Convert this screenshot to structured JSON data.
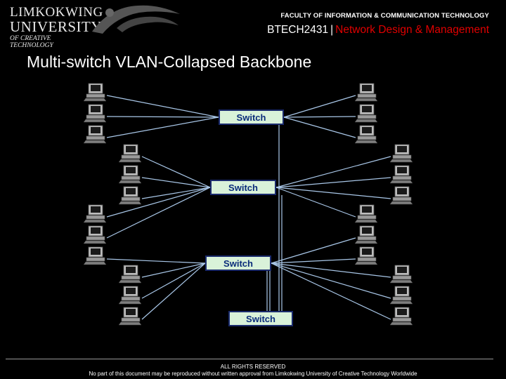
{
  "header": {
    "logo_line1": "LIMKOKWING",
    "logo_line2": "UNIVERSITY",
    "logo_line3": "OF CREATIVE TECHNOLOGY",
    "faculty": "FACULTY OF INFORMATION & COMMUNICATION TECHNOLOGY",
    "course_code": "BTECH2431",
    "course_separator": "|",
    "course_name": "Network Design & Management"
  },
  "slide": {
    "title": "Multi-switch VLAN-Collapsed Backbone"
  },
  "switches": [
    {
      "id": "switch-1",
      "label": "Switch"
    },
    {
      "id": "switch-2",
      "label": "Switch"
    },
    {
      "id": "switch-3",
      "label": "Switch"
    },
    {
      "id": "switch-4",
      "label": "Switch"
    }
  ],
  "footer": {
    "rights": "ALL RIGHTS RESERVED",
    "notice": "No part of this document may be reproduced without written approval from Limkokwing University of Creative Technology Worldwide"
  },
  "colors": {
    "background": "#000000",
    "accent": "#e00000",
    "switch_fill": "#d9f2d9",
    "switch_border": "#1a2a6c",
    "link_line": "#a9c7e8"
  },
  "icons": {
    "host": "computer-icon"
  }
}
